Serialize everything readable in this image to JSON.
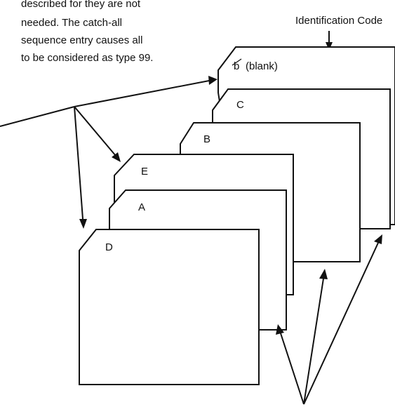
{
  "note": {
    "lines": [
      "described for they are not",
      "needed.  The catch-all",
      "sequence entry causes all",
      "to be considered as type 99."
    ]
  },
  "header_label": "Identification Code",
  "cards": [
    {
      "id": "blank",
      "symbol": "b",
      "text": "(blank)"
    },
    {
      "id": "c",
      "text": "C"
    },
    {
      "id": "b",
      "text": "B"
    },
    {
      "id": "e",
      "text": "E"
    },
    {
      "id": "a",
      "text": "A"
    },
    {
      "id": "d",
      "text": "D"
    }
  ]
}
